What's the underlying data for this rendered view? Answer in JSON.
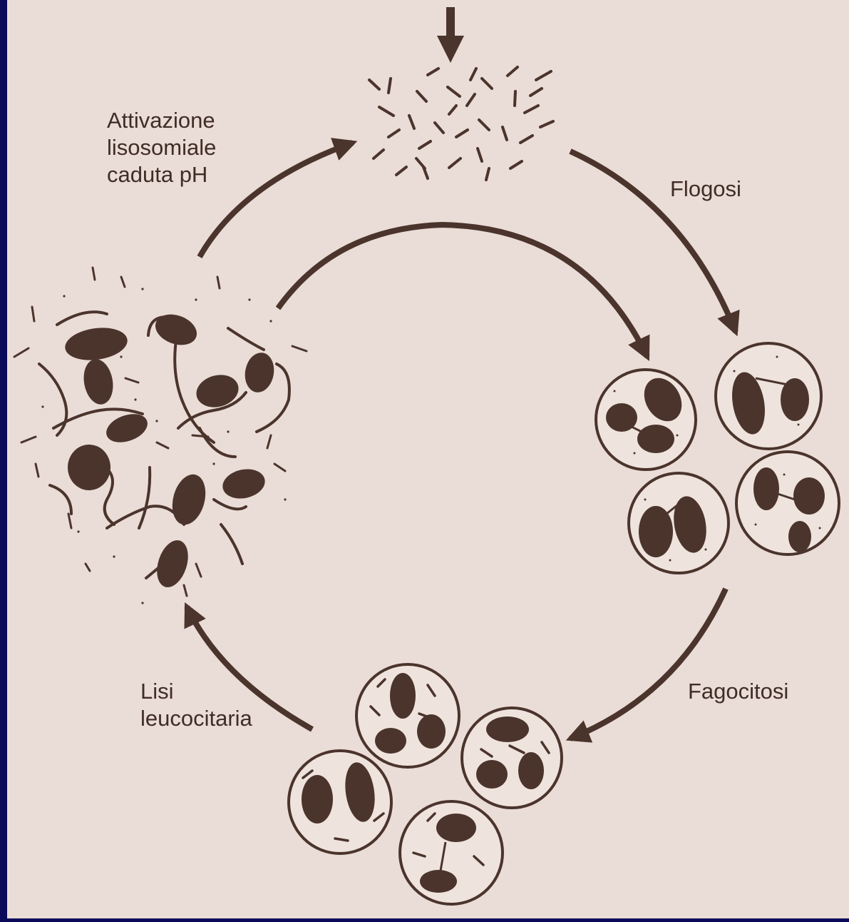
{
  "diagram": {
    "labels": {
      "activation": "Attivazione\nlisosomiale\ncaduta pH",
      "inflammation": "Flogosi",
      "phagocytosis": "Fagocitosi",
      "lysis": "Lisi\nleucocitaria"
    },
    "colors": {
      "background": "#eadcd6",
      "ink": "#4a342c",
      "frame": "#0a0a5a"
    }
  }
}
